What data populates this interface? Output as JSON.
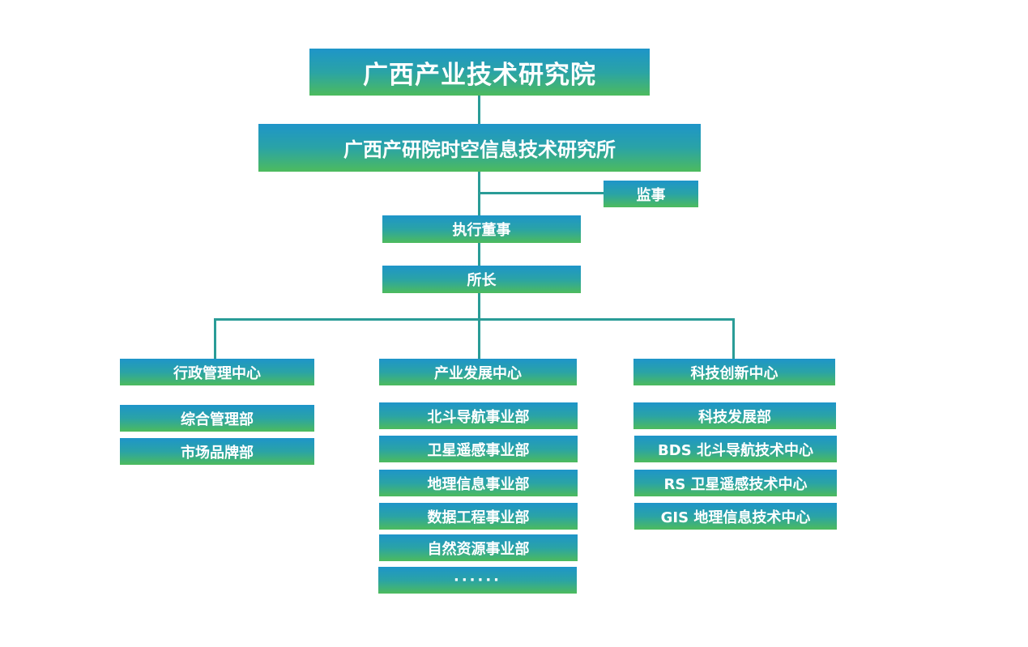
{
  "org": {
    "top": "广西产业技术研究院",
    "institute": "广西产研院时空信息技术研究所",
    "supervisor": "监事",
    "executive_director": "执行董事",
    "director": "所长",
    "centers": [
      {
        "name": "行政管理中心",
        "departments": [
          "综合管理部",
          "市场品牌部"
        ]
      },
      {
        "name": "产业发展中心",
        "departments": [
          "北斗导航事业部",
          "卫星遥感事业部",
          "地理信息事业部",
          "数据工程事业部",
          "自然资源事业部",
          "······"
        ]
      },
      {
        "name": "科技创新中心",
        "departments": [
          "科技发展部",
          "BDS 北斗导航技术中心",
          "RS 卫星遥感技术中心",
          "GIS 地理信息技术中心"
        ]
      }
    ]
  },
  "colors": {
    "gradient_top": "#1e95c9",
    "gradient_mid": "#2aa3a6",
    "gradient_bottom": "#4dbb5d",
    "connector": "#2a9c97",
    "text": "#ffffff"
  }
}
